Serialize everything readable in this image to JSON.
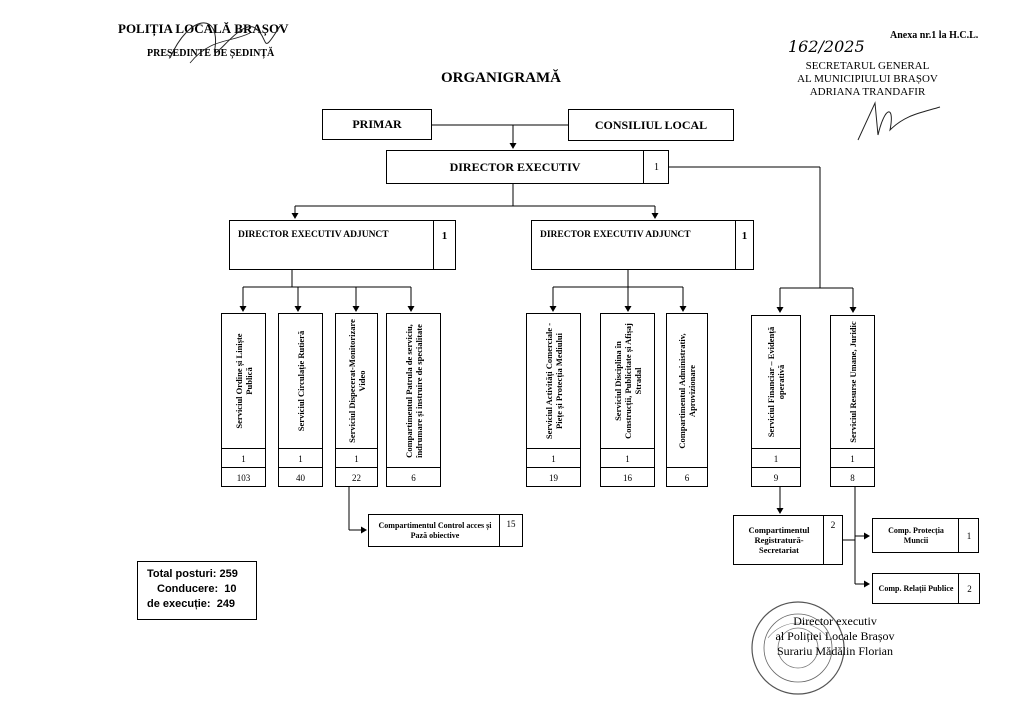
{
  "header": {
    "left_line1": "POLIȚIA LOCALĂ BRAȘOV",
    "left_line2": "PREȘEDINTE DE ȘEDINȚĂ",
    "handwritten_number": "162/2025",
    "annex": "Anexa nr.1 la H.C.L.",
    "secretary_line1": "SECRETARUL GENERAL",
    "secretary_line2": "AL MUNICIPIULUI BRAȘOV",
    "secretary_line3": "ADRIANA TRANDAFIR"
  },
  "title": "ORGANIGRAMĂ",
  "top": {
    "primar": "PRIMAR",
    "consiliu": "CONSILIUL LOCAL",
    "director": "DIRECTOR EXECUTIV",
    "director_count": "1"
  },
  "deputies": [
    {
      "label": "DIRECTOR EXECUTIV ADJUNCT",
      "count": "1"
    },
    {
      "label": "DIRECTOR EXECUTIV ADJUNCT",
      "count": "1"
    }
  ],
  "units": [
    {
      "label": "Serviciul Ordine și Liniște Publică",
      "lead": "1",
      "staff": "103"
    },
    {
      "label": "Serviciul Circulație Rutieră",
      "lead": "1",
      "staff": "40"
    },
    {
      "label": "Serviciul Dispecerat-Monitorizare Video",
      "lead": "1",
      "staff": "22"
    },
    {
      "label": "Compartimentul Patrula de serviciu, îndrumare și instruire de specialitate",
      "lead": "",
      "staff": "6"
    },
    {
      "label": "Serviciul Activități Comerciale - Piețe și Protecția Mediului",
      "lead": "1",
      "staff": "19"
    },
    {
      "label": "Serviciul Disciplina în Construcții, Publicitate și Afișaj Stradal",
      "lead": "1",
      "staff": "16"
    },
    {
      "label": "Compartimentul Administrativ, Aprovizionare",
      "lead": "",
      "staff": "6"
    },
    {
      "label": "Serviciul Financiar – Evidență operativă",
      "lead": "1",
      "staff": "9"
    },
    {
      "label": "Serviciul Resurse Umane, Juridic",
      "lead": "1",
      "staff": "8"
    }
  ],
  "sub_units": {
    "control_acces": {
      "label": "Compartimentul Control acces și Pază obiective",
      "count": "15"
    },
    "registratura": {
      "label": "Compartimentul Registratură-Secretariat",
      "count": "2"
    },
    "protectia_muncii": {
      "label": "Comp. Protecția Muncii",
      "count": "1"
    },
    "relatii_publice": {
      "label": "Comp. Relații Publice",
      "count": "2"
    }
  },
  "totals": {
    "line1": "Total posturi: 259",
    "line2": "Conducere:  10",
    "line3": "de execuție:  249"
  },
  "signature": {
    "line1": "Director executiv",
    "line2": "al Poliției Locale Brașov",
    "line3": "Surariu Mădălin Florian"
  }
}
